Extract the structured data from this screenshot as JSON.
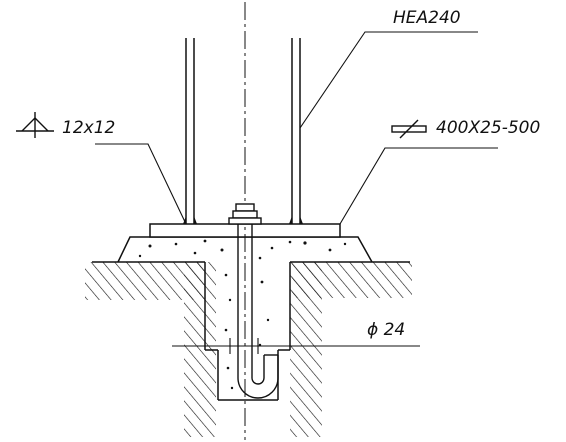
{
  "labels": {
    "profile": "HEA240",
    "weld": "12x12",
    "plate": "400X25-500",
    "bolt": "ϕ 24"
  },
  "icons": {
    "weld": "fillet-weld-symbol-icon",
    "plate": "plate-symbol-icon"
  },
  "colors": {
    "line": "#111111",
    "background": "#ffffff"
  }
}
